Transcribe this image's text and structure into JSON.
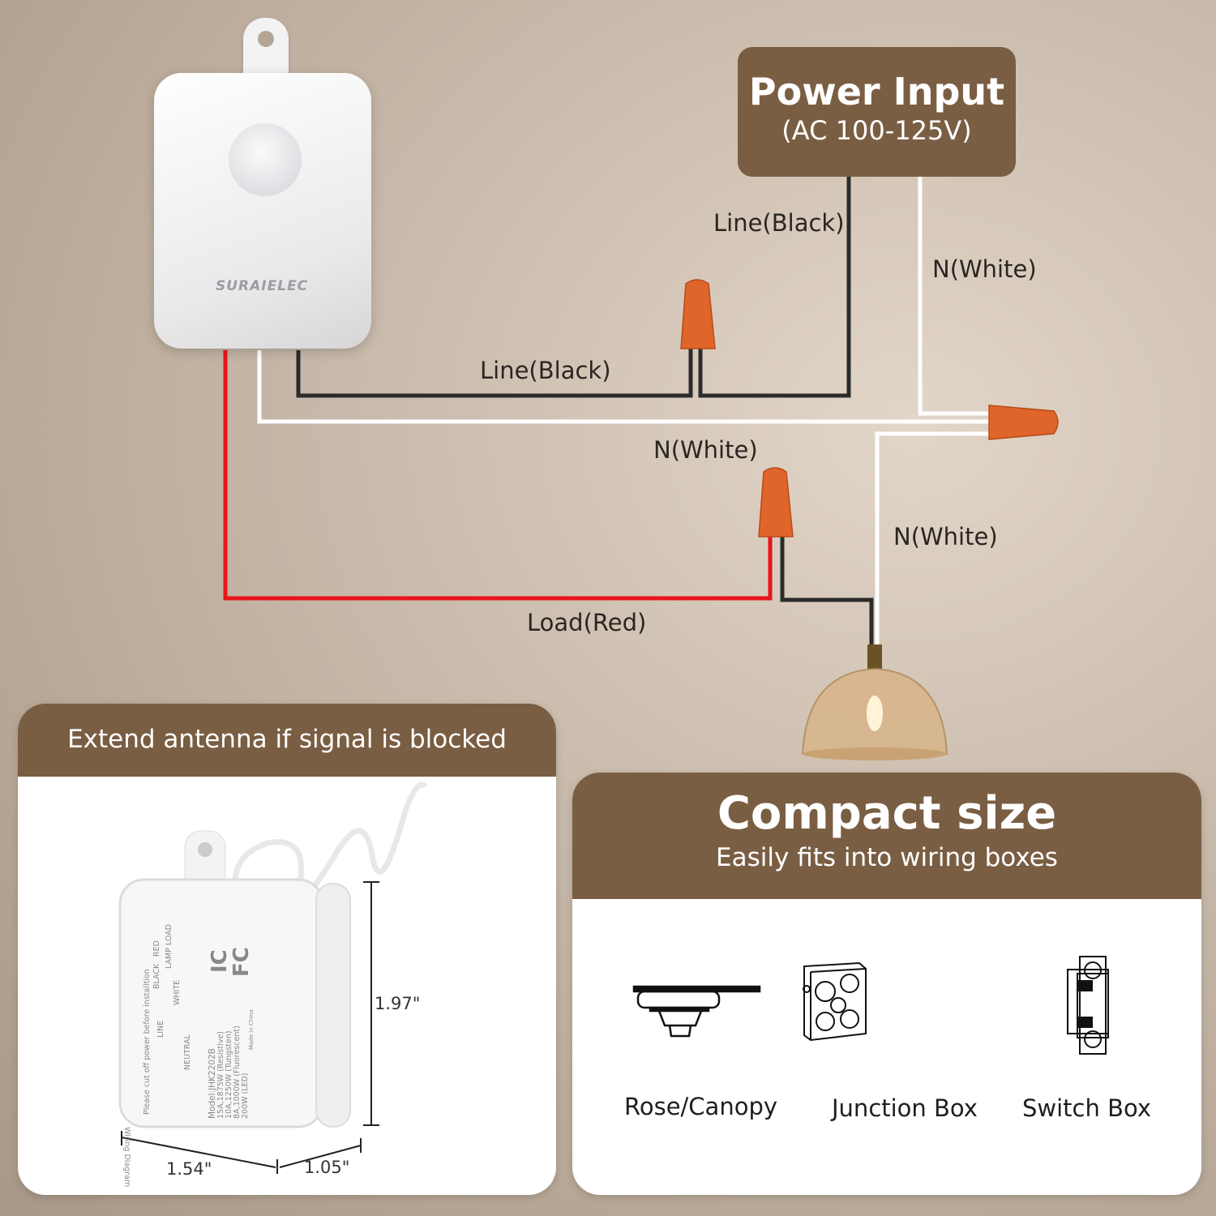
{
  "power_input": {
    "title": "Power Input",
    "subtitle": "(AC 100-125V)"
  },
  "device": {
    "brand": "SURAIELEC"
  },
  "wire_labels": {
    "line_black_top": "Line(Black)",
    "line_black_mid": "Line(Black)",
    "n_white_right": "N(White)",
    "n_white_mid": "N(White)",
    "n_white_lamp": "N(White)",
    "load_red": "Load(Red)"
  },
  "colors": {
    "brown": "#7a5e43",
    "connector": "#e0652a",
    "red_wire": "#e8141b",
    "black_wire": "#2b2b2b",
    "white_wire": "#ffffff"
  },
  "antenna_panel": {
    "header": "Extend antenna if signal is blocked",
    "dimensions": {
      "height": "1.97\"",
      "width": "1.54\"",
      "depth": "1.05\""
    },
    "device_label": {
      "warning": "Please cut off power before installtion",
      "diagram_title": "Wiring Diagram",
      "line": "LINE",
      "black": "BLACK",
      "red": "RED",
      "lamp_load": "LAMP LOAD",
      "white": "WHITE",
      "neutral": "NEUTRAL",
      "model": "Model:JHK2202B",
      "ratings": [
        "15A,1875W (Resistive)",
        "10A,1250W (Tungsten)",
        "8A,1000W (Fluorescent)",
        "200W (LED)"
      ],
      "made_in": "Made in China",
      "ic_mark": "IC",
      "fcc_mark": "FC"
    }
  },
  "compact_panel": {
    "title": "Compact size",
    "subtitle": "Easily fits into wiring boxes",
    "items": [
      {
        "label": "Rose/Canopy",
        "icon": "rose-canopy-icon"
      },
      {
        "label": "Junction Box",
        "icon": "junction-box-icon"
      },
      {
        "label": "Switch Box",
        "icon": "switch-box-icon"
      }
    ]
  }
}
